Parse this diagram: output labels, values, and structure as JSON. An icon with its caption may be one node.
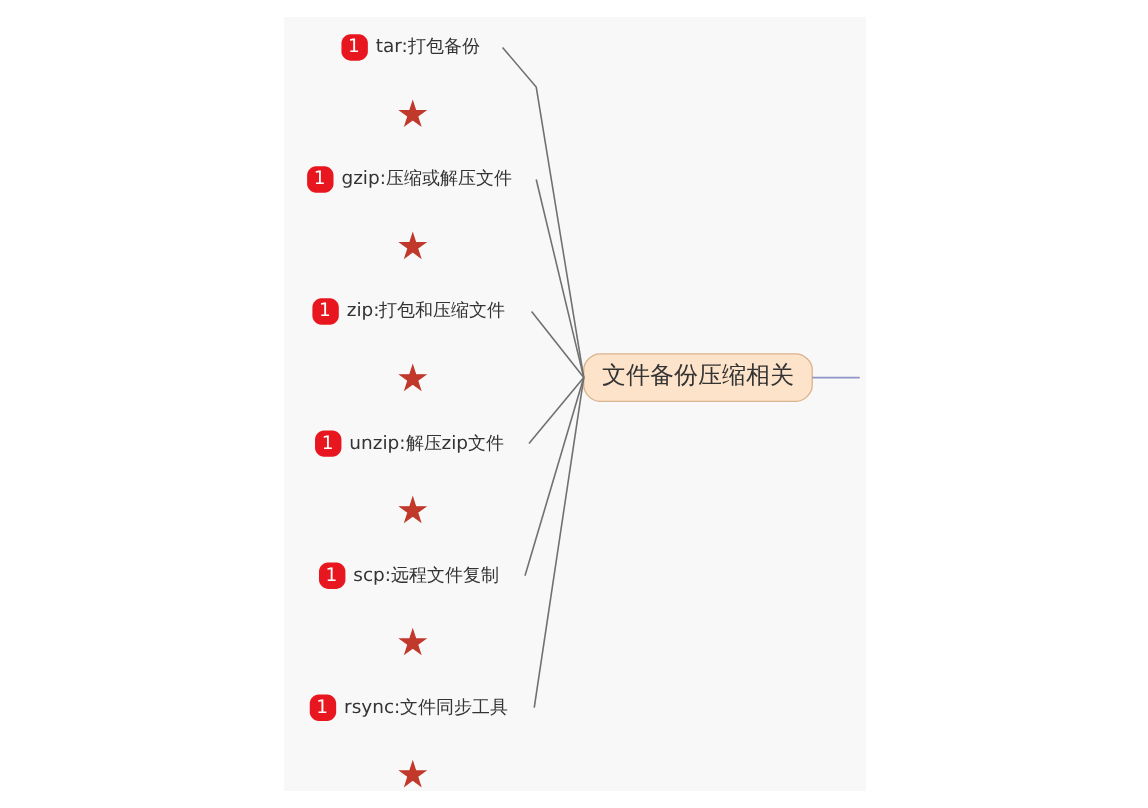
{
  "diagram": {
    "nodes": [
      {
        "text": [
          "文件备份压缩相关"
        ]
      },
      {
        "text": [
          "1",
          "tar:打包备份"
        ]
      },
      {
        "text": [
          "1",
          "gzip:压缩或解压文件"
        ]
      },
      {
        "text": [
          "1",
          "zip:打包和压缩文件"
        ]
      },
      {
        "text": [
          "1",
          "unzip:解压zip文件"
        ]
      },
      {
        "text": [
          "1",
          "scp:远程文件复制"
        ]
      },
      {
        "text": [
          "1",
          "rsync:文件同步工具"
        ]
      },
      {
        "text": [],
        "shape": "star"
      },
      {
        "text": [],
        "shape": "star"
      },
      {
        "text": [],
        "shape": "star"
      },
      {
        "text": [],
        "shape": "star"
      },
      {
        "text": [],
        "shape": "star"
      },
      {
        "text": [],
        "shape": "star"
      }
    ],
    "edges": [
      {
        "from": 0,
        "to": null,
        "arrow": "none",
        "color": "#8f95c8"
      },
      {
        "from": 0,
        "to": 1,
        "arrow": "none"
      },
      {
        "from": 0,
        "to": 2,
        "arrow": "none"
      },
      {
        "from": 0,
        "to": 3,
        "arrow": "none"
      },
      {
        "from": 0,
        "to": 4,
        "arrow": "none"
      },
      {
        "from": 0,
        "to": 5,
        "arrow": "none"
      },
      {
        "from": 0,
        "to": 6,
        "arrow": "none"
      }
    ]
  }
}
